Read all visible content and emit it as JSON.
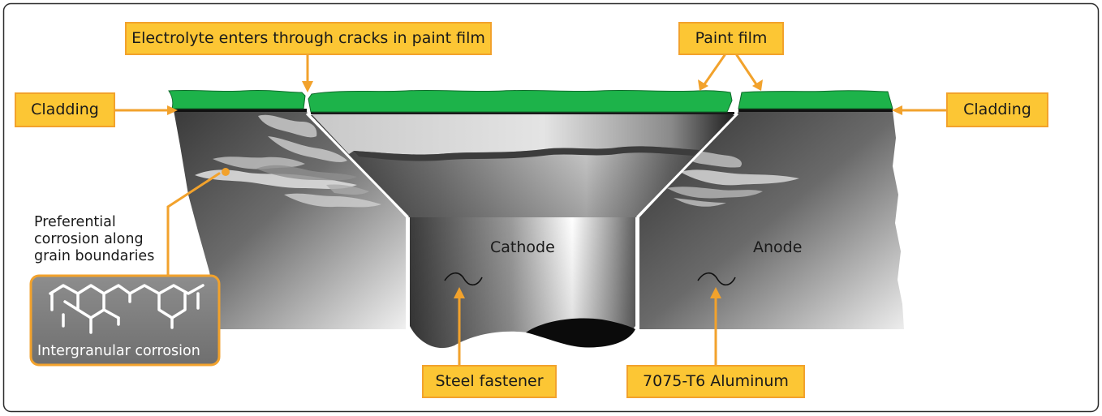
{
  "labels": {
    "electrolyte": "Electrolyte enters through cracks in paint film",
    "paint_film": "Paint film",
    "cladding_left": "Cladding",
    "cladding_right": "Cladding",
    "cathode": "Cathode",
    "anode": "Anode",
    "preferential": [
      "Preferential",
      "corrosion along",
      "grain boundaries"
    ],
    "inset_caption": "Intergranular corrosion",
    "steel_fastener": "Steel fastener",
    "aluminum": "7075-T6 Aluminum"
  },
  "colors": {
    "callout_fill": "#fcc634",
    "callout_border": "#f2a22c",
    "leader": "#f2a22c",
    "paint": "#1db34a",
    "metal_dark": "#2e2e2e",
    "metal_light": "#f2f2f2",
    "inset_bg": "#7d7d7d"
  }
}
